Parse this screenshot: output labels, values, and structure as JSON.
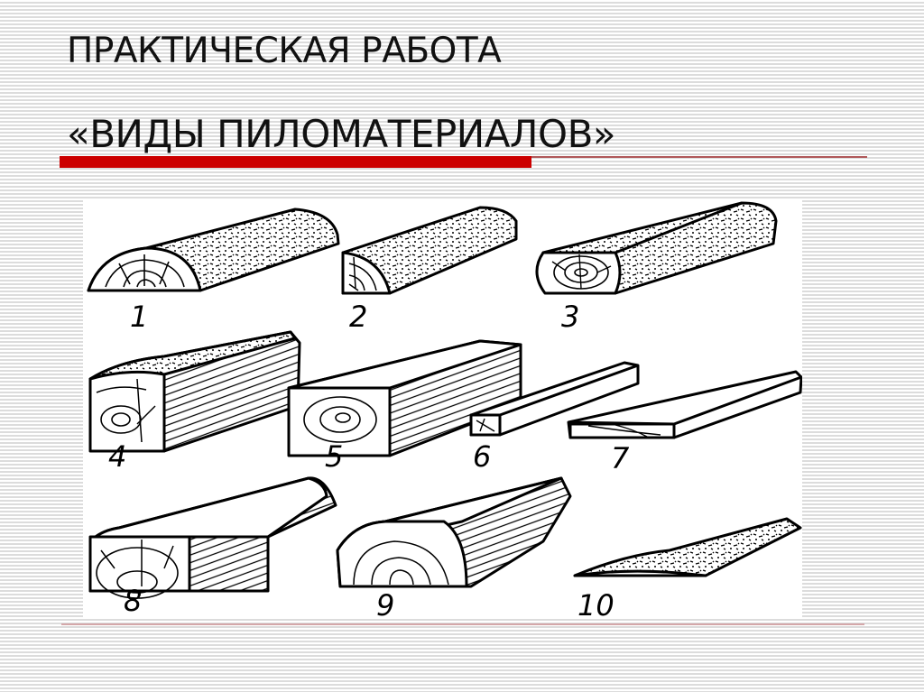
{
  "slide": {
    "title_line1": "ПРАКТИЧЕСКАЯ РАБОТА",
    "title_line2": "«ВИДЫ ПИЛОМАТЕРИАЛОВ»",
    "accent_color": "#cc0000",
    "rule_color": "#b0595a"
  },
  "figure": {
    "description": "Line drawings of ten types of sawn lumber",
    "items": [
      {
        "number": "1",
        "shape": "half-log"
      },
      {
        "number": "2",
        "shape": "quarter-log"
      },
      {
        "number": "3",
        "shape": "unedged-board"
      },
      {
        "number": "4",
        "shape": "two-edged-beam"
      },
      {
        "number": "5",
        "shape": "four-edged-beam"
      },
      {
        "number": "6",
        "shape": "bar"
      },
      {
        "number": "7",
        "shape": "edged-board"
      },
      {
        "number": "8",
        "shape": "slab-board"
      },
      {
        "number": "9",
        "shape": "half-round-board"
      },
      {
        "number": "10",
        "shape": "slab"
      }
    ]
  }
}
